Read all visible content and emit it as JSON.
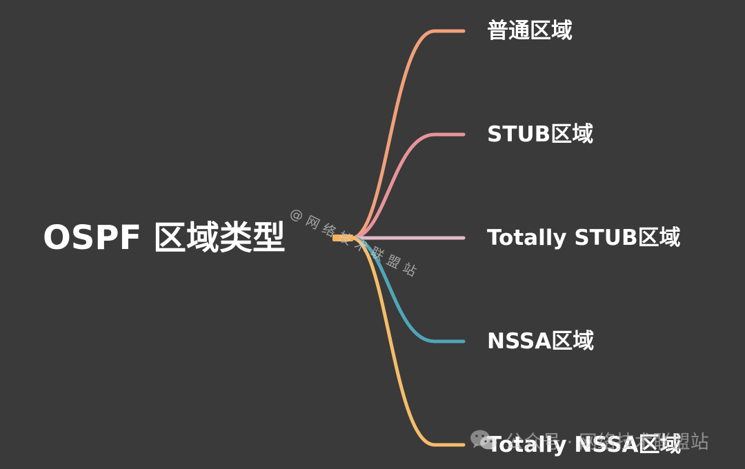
{
  "root": {
    "label": "OSPF 区域类型"
  },
  "branches": [
    {
      "label": "普通区域",
      "color": "#f2a07b"
    },
    {
      "label": "STUB区域",
      "color": "#e8949a"
    },
    {
      "label": "Totally STUB区域",
      "color": "#e3bcc8"
    },
    {
      "label": "NSSA区域",
      "color": "#4fa6b8"
    },
    {
      "label": "Totally NSSA区域",
      "color": "#f5bd6a"
    }
  ],
  "root_connector_color": "#f5b25b",
  "watermark": {
    "text": "@网络技术联盟站"
  },
  "footer": {
    "icon": "wechat-icon",
    "text": "公众号 · 网络技术联盟站"
  }
}
